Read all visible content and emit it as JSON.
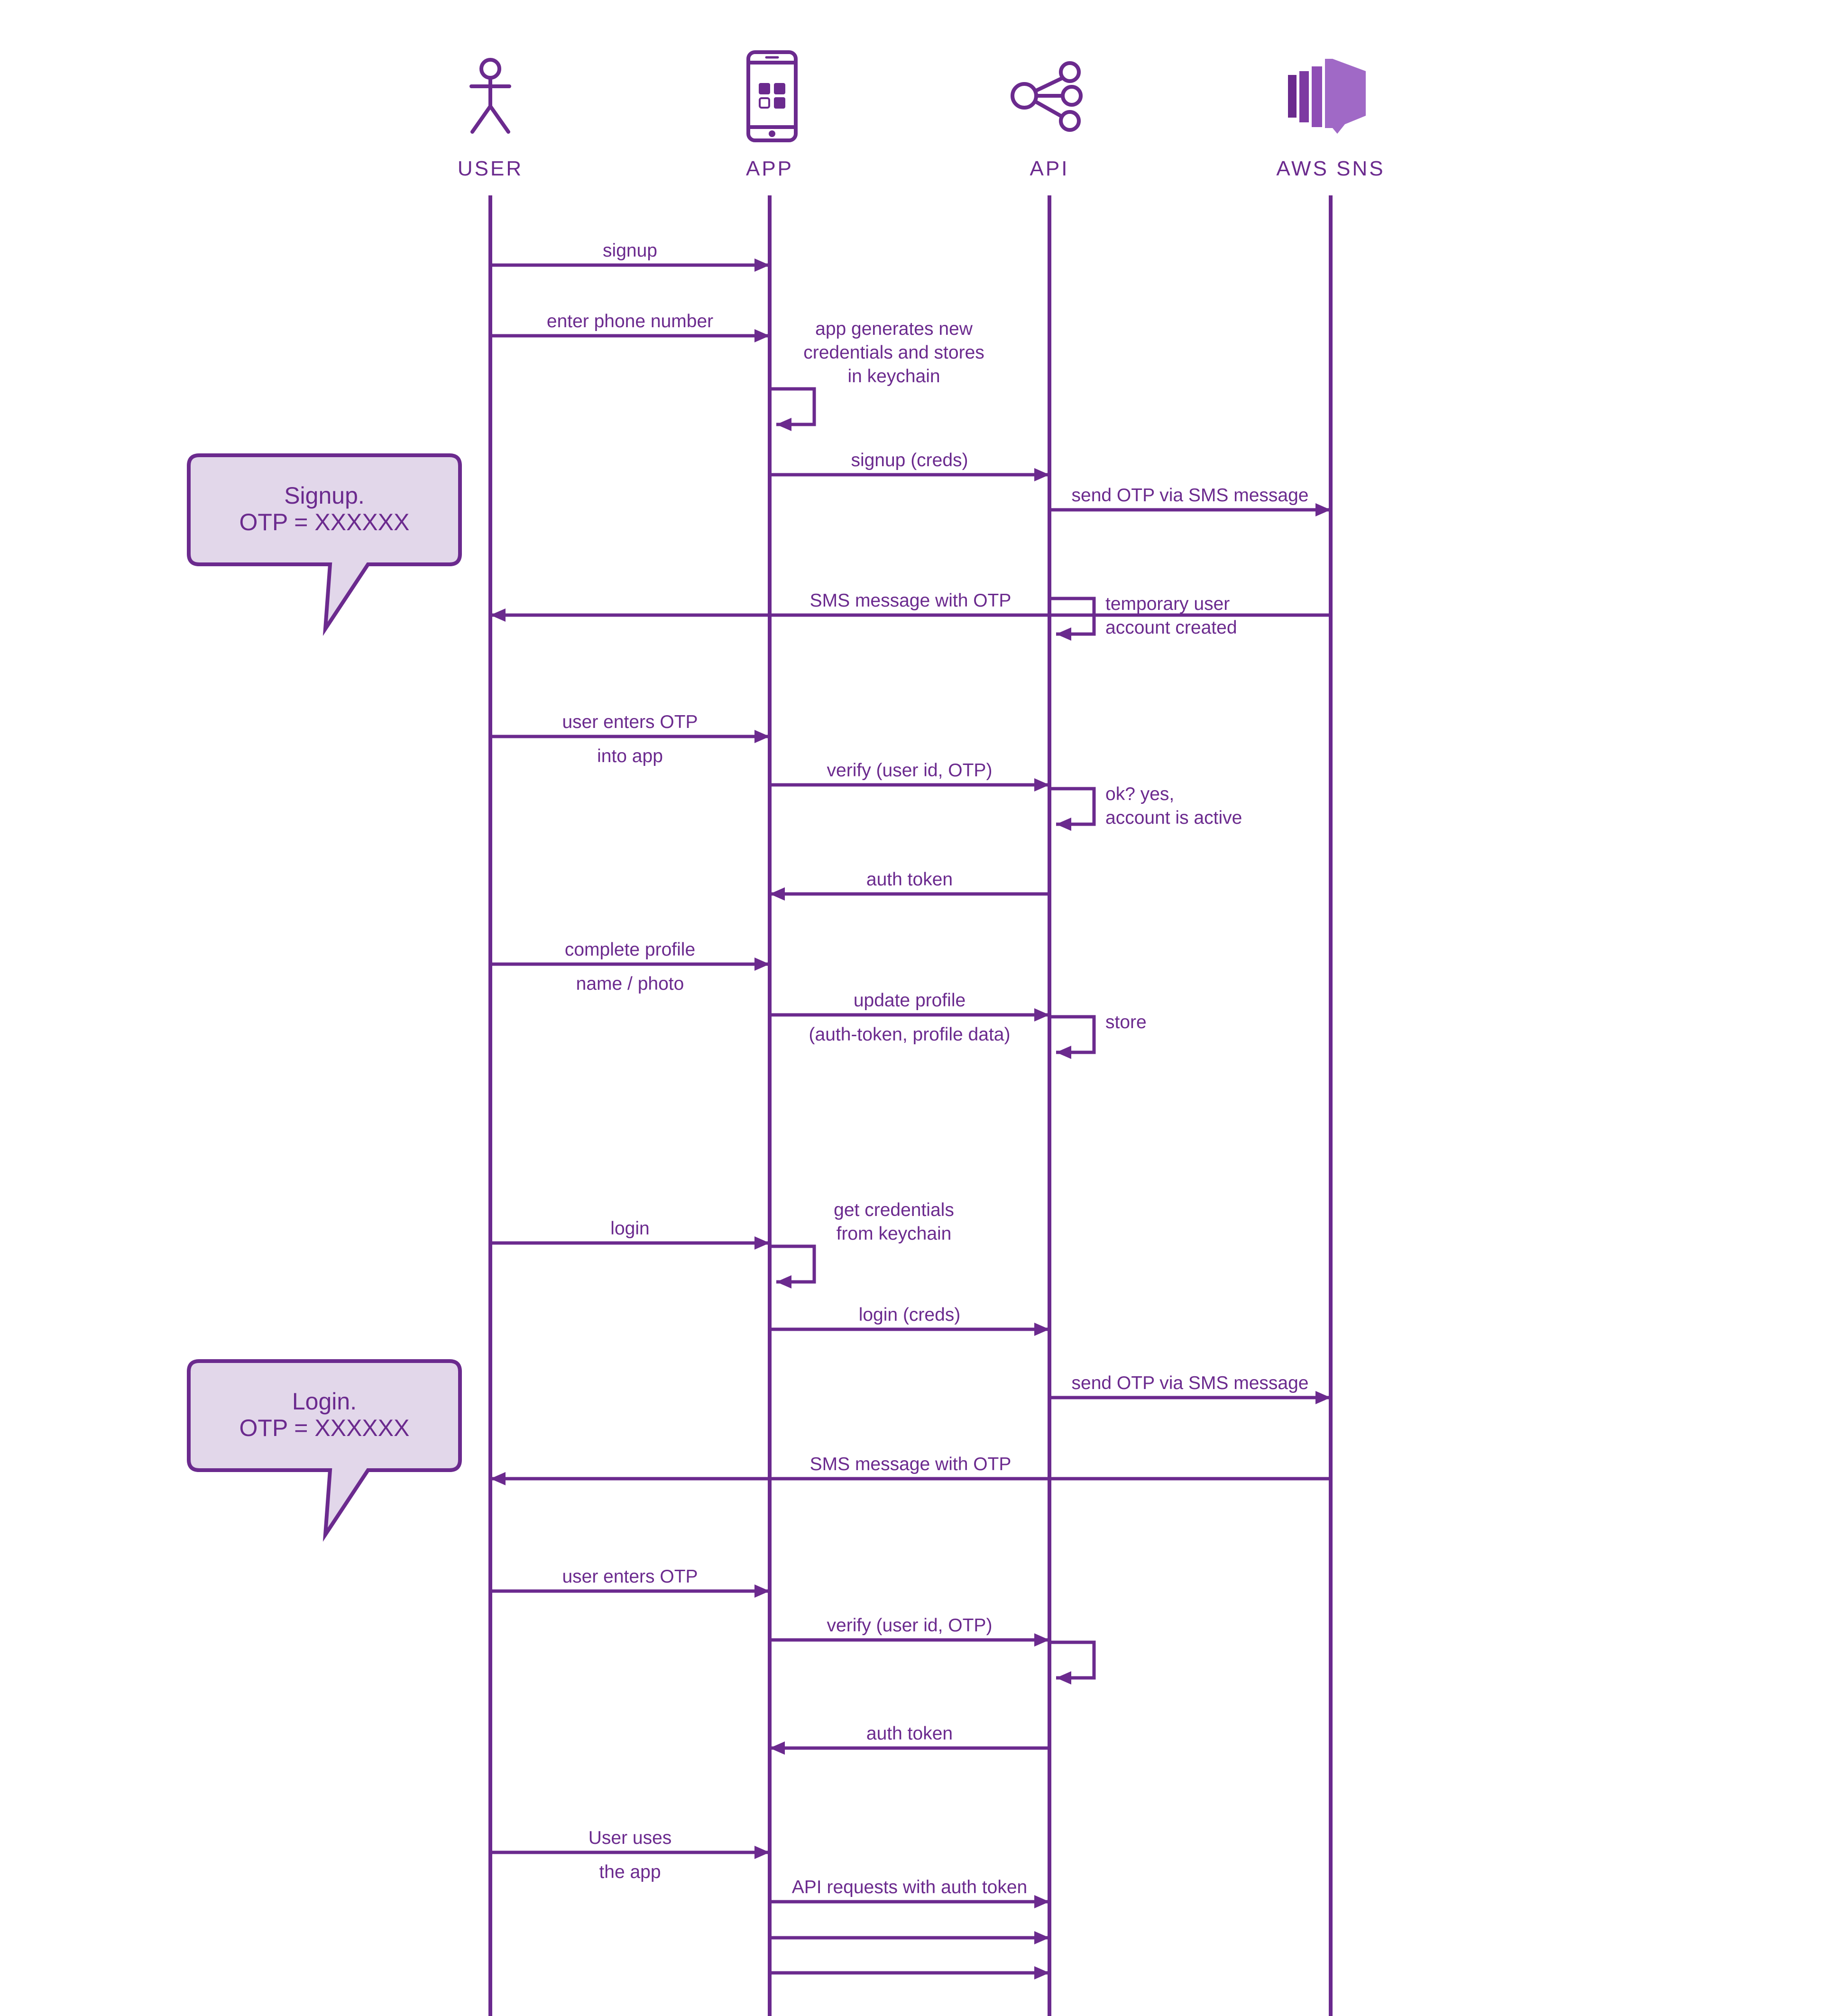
{
  "colors": {
    "primary": "#6b2a8e",
    "note_fill": "#e2d7ea",
    "background": "#ffffff"
  },
  "actors": [
    {
      "id": "user",
      "label": "USER",
      "icon": "stick-figure-icon"
    },
    {
      "id": "app",
      "label": "APP",
      "icon": "smartphone-icon"
    },
    {
      "id": "api",
      "label": "API",
      "icon": "share-nodes-icon"
    },
    {
      "id": "sns",
      "label": "AWS SNS",
      "icon": "aws-sns-icon"
    }
  ],
  "messages": [
    {
      "type": "msg",
      "from": "user",
      "to": "app",
      "label": [
        "signup"
      ]
    },
    {
      "type": "msg",
      "from": "user",
      "to": "app",
      "label": [
        "enter phone number"
      ]
    },
    {
      "type": "self",
      "actor": "app",
      "label": [
        "app generates new",
        "credentials and stores",
        "in keychain"
      ]
    },
    {
      "type": "msg",
      "from": "app",
      "to": "api",
      "label": [
        "signup (creds)"
      ]
    },
    {
      "type": "msg",
      "from": "api",
      "to": "sns",
      "label": [
        "send OTP via SMS message"
      ]
    },
    {
      "type": "msg",
      "from": "sns",
      "to": "user",
      "label": [
        "SMS message with OTP"
      ]
    },
    {
      "type": "self",
      "actor": "api",
      "label": [
        "temporary user",
        "account created"
      ]
    },
    {
      "type": "msg",
      "from": "user",
      "to": "app",
      "label": [
        "user enters OTP",
        "into app"
      ]
    },
    {
      "type": "msg",
      "from": "app",
      "to": "api",
      "label": [
        "verify (user id, OTP)"
      ]
    },
    {
      "type": "self",
      "actor": "api",
      "label": [
        "ok? yes,",
        "account is active"
      ]
    },
    {
      "type": "msg",
      "from": "api",
      "to": "app",
      "label": [
        "auth token"
      ]
    },
    {
      "type": "msg",
      "from": "user",
      "to": "app",
      "label": [
        "complete profile",
        "name / photo"
      ]
    },
    {
      "type": "msg",
      "from": "app",
      "to": "api",
      "label": [
        "update profile",
        "(auth-token, profile data)"
      ]
    },
    {
      "type": "self",
      "actor": "api",
      "label": [
        "store"
      ]
    },
    {
      "type": "msg",
      "from": "user",
      "to": "app",
      "label": [
        "login"
      ]
    },
    {
      "type": "self",
      "actor": "app",
      "label": [
        "get credentials",
        "from keychain"
      ]
    },
    {
      "type": "msg",
      "from": "app",
      "to": "api",
      "label": [
        "login (creds)"
      ]
    },
    {
      "type": "msg",
      "from": "api",
      "to": "sns",
      "label": [
        "send OTP via SMS message"
      ]
    },
    {
      "type": "msg",
      "from": "sns",
      "to": "user",
      "label": [
        "SMS message with OTP"
      ]
    },
    {
      "type": "msg",
      "from": "user",
      "to": "app",
      "label": [
        "user enters OTP"
      ]
    },
    {
      "type": "msg",
      "from": "app",
      "to": "api",
      "label": [
        "verify (user id, OTP)"
      ]
    },
    {
      "type": "self",
      "actor": "api",
      "label": []
    },
    {
      "type": "msg",
      "from": "api",
      "to": "app",
      "label": [
        "auth token"
      ]
    },
    {
      "type": "msg",
      "from": "user",
      "to": "app",
      "label": [
        "User uses",
        "the app"
      ]
    },
    {
      "type": "msg",
      "from": "app",
      "to": "api",
      "label": [
        "API requests with auth token"
      ]
    },
    {
      "type": "msg",
      "from": "app",
      "to": "api",
      "label": []
    },
    {
      "type": "msg",
      "from": "app",
      "to": "api",
      "label": []
    }
  ],
  "notes": [
    {
      "lines": [
        "Signup.",
        "OTP = XXXXXX"
      ]
    },
    {
      "lines": [
        "Login.",
        "OTP = XXXXXX"
      ]
    }
  ]
}
